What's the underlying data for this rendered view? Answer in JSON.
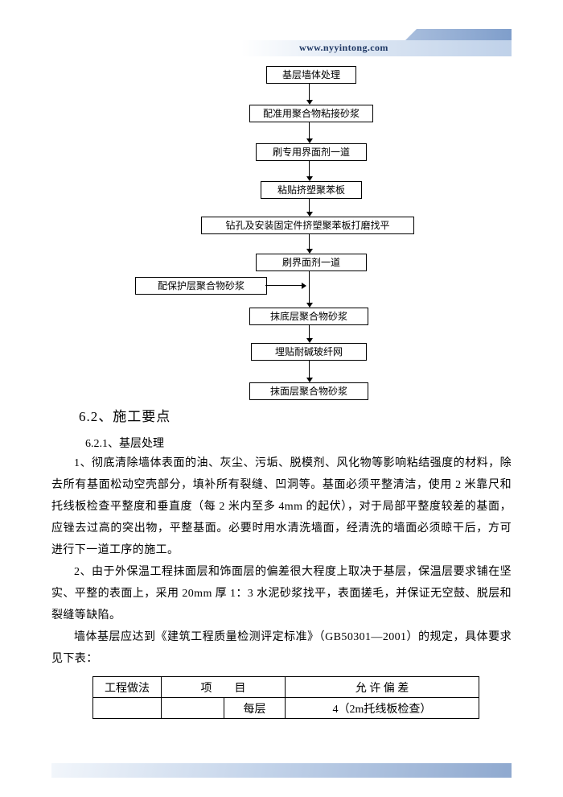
{
  "header": {
    "website": "www.nyyintong.com"
  },
  "flowchart": {
    "steps": [
      {
        "label": "基层墙体处理"
      },
      {
        "label": "配准用聚合物粘接砂浆"
      },
      {
        "label": "刷专用界面剂一道"
      },
      {
        "label": "粘贴挤塑聚苯板"
      },
      {
        "label": "钻孔及安装固定件挤塑聚苯板打磨找平"
      },
      {
        "label": "刷界面剂一道"
      },
      {
        "label": "抹底层聚合物砂浆"
      },
      {
        "label": "埋贴耐碱玻纤网"
      },
      {
        "label": "抹面层聚合物砂浆"
      }
    ],
    "side_step": {
      "label": "配保护层聚合物砂浆"
    }
  },
  "sections": {
    "heading": "6.2、施工要点",
    "subheading": "6.2.1、基层处理",
    "paragraphs": [
      "1、彻底清除墙体表面的油、灰尘、污垢、脱模剂、风化物等影响粘结强度的材料，除去所有基面松动空壳部分，填补所有裂缝、凹洞等。基面必须平整清洁，使用 2 米靠尺和托线板检查平整度和垂直度（每 2 米内至多 4mm 的起伏），对于局部平整度较差的基面，应锉去过高的突出物，平整基面。必要时用水清洗墙面，经清洗的墙面必须晾干后，方可进行下一道工序的施工。",
      "2、由于外保温工程抹面层和饰面层的偏差很大程度上取决于基层，保温层要求铺在坚实、平整的表面上，采用 20mm 厚 1：3 水泥砂浆找平，表面搓毛，并保证无空鼓、脱层和裂缝等缺陷。",
      "墙体基层应达到《建筑工程质量检测评定标准》（GB50301—2001）的规定，具体要求见下表："
    ]
  },
  "table": {
    "headers": [
      "工程做法",
      "项　　目",
      "允 许 偏 差"
    ],
    "rows": [
      [
        "",
        "",
        "每层",
        "4（2m托线板检查）"
      ]
    ]
  },
  "colors": {
    "banner_navy_text": "#1f3864",
    "banner_blue": "#7f9ecb",
    "banner_light_blue": "#bfd1e9"
  }
}
